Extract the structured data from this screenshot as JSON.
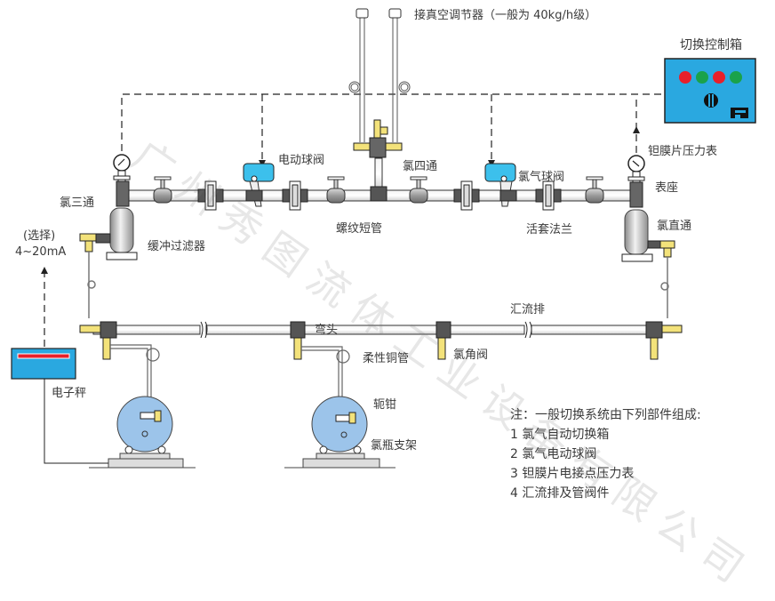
{
  "labels": {
    "regulator_note": "接真空调节器（一般为 40kg/h级）",
    "control_box": "切换控制箱",
    "diaphragm_gauge": "钽膜片压力表",
    "gauge_seat": "表座",
    "straight_fitting": "氯直通",
    "tee_fitting": "氯三通",
    "optional": "(选择)",
    "signal": "4~20mA",
    "buffer_filter": "缓冲过滤器",
    "electric_ball_valve": "电动球阀",
    "cross_fitting": "氯四通",
    "threaded_nipple": "螺纹短管",
    "chlorine_ball_valve": "氯气球阀",
    "loose_flange": "活套法兰",
    "manifold": "汇流排",
    "elbow": "弯头",
    "flexible_copper_tube": "柔性铜管",
    "angle_valve": "氯角阀",
    "scale": "电子秤",
    "clamp": "轭钳",
    "cylinder_stand": "氯瓶支架"
  },
  "note": {
    "title": "注：一般切换系统由下列部件组成:",
    "items": [
      "1  氯气自动切换箱",
      "2  氯气电动球阀",
      "3  钽膜片电接点压力表",
      "4  汇流排及管阀件"
    ]
  },
  "watermark": "广州秀图流体工业设备有限公司",
  "control_box_lights": [
    "#e8202a",
    "#1aa24a",
    "#e8202a",
    "#1aa24a"
  ],
  "colors": {
    "box_blue": "#2aa8e0",
    "actuator_blue": "#3cc0ec",
    "brass_yellow": "#f3e27a",
    "cylinder_blue": "#9cc4ea",
    "pipe_gray": "#d8d8d8",
    "fitting_dark": "#555555",
    "scale_red": "#e8202a"
  }
}
